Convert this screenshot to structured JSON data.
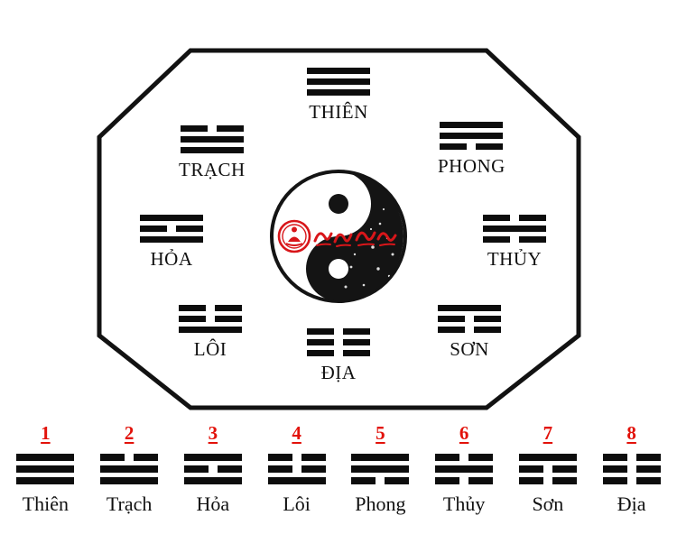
{
  "diagram": {
    "title": "Bat Quai (Eight Trigrams) octagon diagram",
    "shape": "octagon",
    "center_symbol": "yin-yang",
    "watermark": {
      "type": "red-seal-and-script",
      "color": "#d8161a",
      "script_text": ""
    },
    "octagon_positions": [
      {
        "id": "thien",
        "label": "THIÊN",
        "position": "top",
        "lines": [
          "solid",
          "solid",
          "solid"
        ]
      },
      {
        "id": "trach",
        "label": "TRẠCH",
        "position": "top-left",
        "lines": [
          "broken",
          "solid",
          "solid"
        ]
      },
      {
        "id": "phong",
        "label": "PHONG",
        "position": "top-right",
        "lines": [
          "solid",
          "solid",
          "broken"
        ]
      },
      {
        "id": "hoa",
        "label": "HỎA",
        "position": "left",
        "lines": [
          "solid",
          "broken",
          "solid"
        ]
      },
      {
        "id": "thuy",
        "label": "THỦY",
        "position": "right",
        "lines": [
          "broken",
          "solid",
          "broken"
        ]
      },
      {
        "id": "loi",
        "label": "LÔI",
        "position": "bottom-left",
        "lines": [
          "broken",
          "broken",
          "solid"
        ]
      },
      {
        "id": "son",
        "label": "SƠN",
        "position": "bottom-right",
        "lines": [
          "solid",
          "broken",
          "broken"
        ]
      },
      {
        "id": "dia",
        "label": "ĐỊA",
        "position": "bottom",
        "lines": [
          "broken",
          "broken",
          "broken"
        ]
      }
    ]
  },
  "legend": {
    "number_color": "#e2120a",
    "items": [
      {
        "number": "1",
        "name": "Thiên",
        "lines": [
          "solid",
          "solid",
          "solid"
        ]
      },
      {
        "number": "2",
        "name": "Trạch",
        "lines": [
          "broken",
          "solid",
          "solid"
        ]
      },
      {
        "number": "3",
        "name": "Hỏa",
        "lines": [
          "solid",
          "broken",
          "solid"
        ]
      },
      {
        "number": "4",
        "name": "Lôi",
        "lines": [
          "broken",
          "broken",
          "solid"
        ]
      },
      {
        "number": "5",
        "name": "Phong",
        "lines": [
          "solid",
          "solid",
          "broken"
        ]
      },
      {
        "number": "6",
        "name": "Thủy",
        "lines": [
          "broken",
          "solid",
          "broken"
        ]
      },
      {
        "number": "7",
        "name": "Sơn",
        "lines": [
          "solid",
          "broken",
          "broken"
        ]
      },
      {
        "number": "8",
        "name": "Địa",
        "lines": [
          "broken",
          "broken",
          "broken"
        ]
      }
    ]
  }
}
